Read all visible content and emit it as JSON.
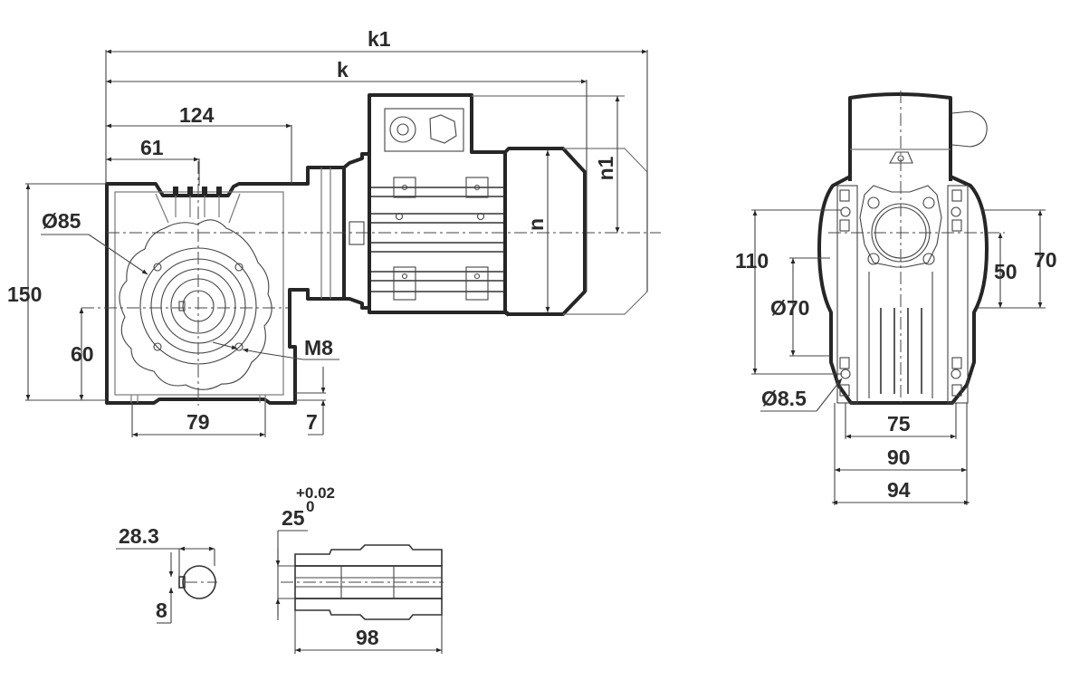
{
  "drawing": {
    "title": "Worm gearbox with electric motor - dimension drawing",
    "side_view": {
      "labels": {
        "k1": "k1",
        "k": "k",
        "d124": "124",
        "d61": "61",
        "d150": "150",
        "d60": "60",
        "d79": "79",
        "d7": "7",
        "dia85": "Ø85",
        "m8": "M8",
        "n": "n",
        "n1": "n1"
      }
    },
    "front_view": {
      "labels": {
        "d110": "110",
        "dia70": "Ø70",
        "dia8_5": "Ø8.5",
        "d50": "50",
        "d70": "70",
        "d75": "75",
        "d90": "90",
        "d94": "94"
      }
    },
    "shaft_detail": {
      "labels": {
        "d28_3": "28.3",
        "d8": "8",
        "d25": "25",
        "tol_upper": "+0.02",
        "tol_lower": "0",
        "d98": "98"
      }
    },
    "colors": {
      "line": "#262626",
      "background": "#ffffff"
    }
  }
}
